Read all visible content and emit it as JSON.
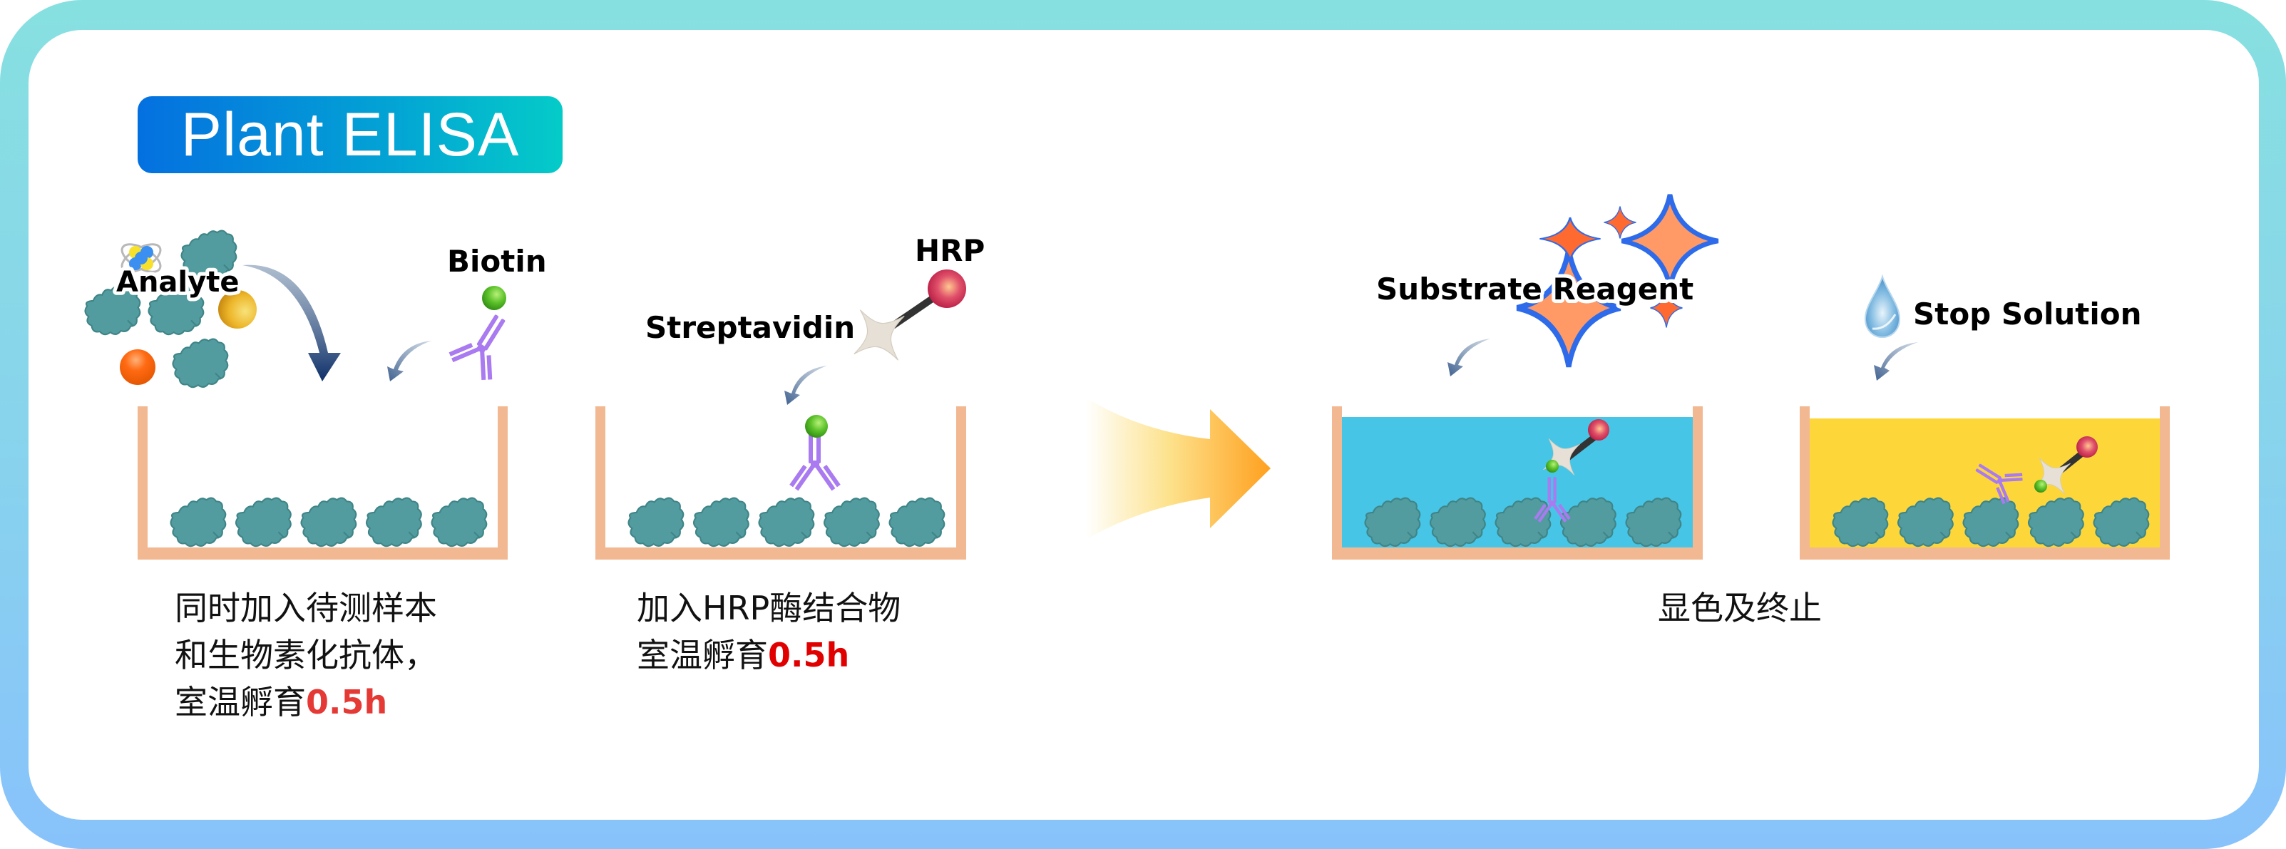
{
  "title": "Plant ELISA",
  "colors": {
    "frame_top": "#87E0E0",
    "frame_bottom": "#88C2FB",
    "title_left": "#0470E0",
    "title_right": "#04CBC8",
    "well_wall": "#F2B892",
    "protein": "#529B9E",
    "antibody": "#A97AF0",
    "biotin": "#5CC22A",
    "hrp": "#D83A5A",
    "substrate_liquid": "#46C5E6",
    "stop_liquid": "#FDD73A",
    "highlight_time": "#E53935",
    "flow_arrow_start": "#FFFFFF",
    "flow_arrow_end": "#FFA01E",
    "sparkle_fill": "#FF9A66",
    "sparkle_fill_dark": "#FF6A30",
    "sparkle_stroke": "#2E6BEA"
  },
  "steps": [
    {
      "labels": {
        "analyte": "Analyte",
        "biotin": "Biotin"
      },
      "icons": [
        "atom-icon",
        "protein-cloud-icon",
        "gold-sphere-icon",
        "orange-sphere-icon",
        "curved-arrow-icon",
        "biotinylated-antibody-icon"
      ],
      "caption_lines": [
        "同时加入待测样本",
        "和生物素化抗体，",
        "室温孵育"
      ],
      "time": "0.5h",
      "well_liquid": "none"
    },
    {
      "labels": {
        "streptavidin": "Streptavidin",
        "hrp": "HRP"
      },
      "icons": [
        "streptavidin-hrp-conjugate-icon",
        "curved-arrow-icon"
      ],
      "caption_lines": [
        "加入HRP酶结合物",
        "室温孵育"
      ],
      "time": "0.5h",
      "well_liquid": "none"
    },
    {
      "labels": {
        "substrate": "Substrate Reagent"
      },
      "icons": [
        "sparkle-icon",
        "curved-arrow-icon"
      ],
      "well_liquid": "blue"
    },
    {
      "labels": {
        "stop": "Stop Solution"
      },
      "icons": [
        "water-drop-icon",
        "curved-arrow-icon"
      ],
      "well_liquid": "yellow"
    }
  ],
  "final_caption": "显色及终止",
  "proteins_per_well": 5
}
